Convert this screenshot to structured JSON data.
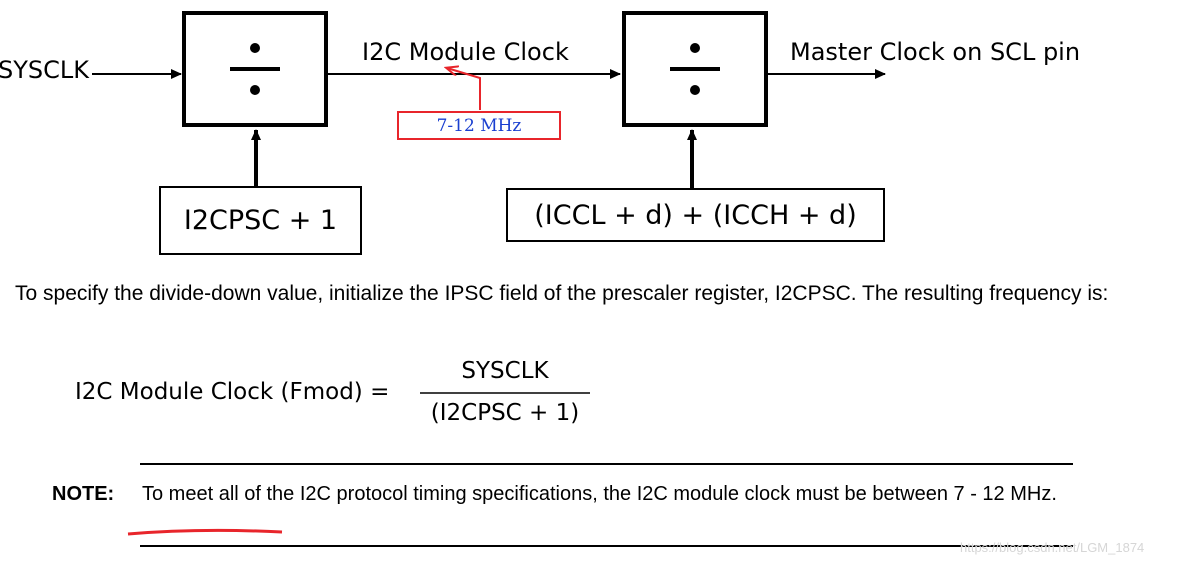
{
  "diagram": {
    "input_label": "SYSCLK",
    "module_clock_label": "I2C Module Clock",
    "output_label": "Master Clock on SCL pin",
    "annotation": "7-12 MHz",
    "prescaler_box": "I2CPSC + 1",
    "clock_div_box": "(ICCL + d) + (ICCH + d)",
    "divider_icon": "division-sign-icon"
  },
  "text": {
    "paragraph": "To specify the divide-down value, initialize the IPSC field of the prescaler register, I2CPSC. The resulting frequency is:"
  },
  "formula": {
    "lhs": "I2C Module Clock (Fmod) =",
    "numerator": "SYSCLK",
    "denominator": "(I2CPSC + 1)"
  },
  "note": {
    "label": "NOTE:",
    "text": "To meet all of the I2C protocol timing specifications, the I2C module clock must be between 7 - 12 MHz."
  },
  "watermark": "https://blog.csdn.net/LGM_1874",
  "colors": {
    "annotation_border": "#e8252b",
    "annotation_text": "#1a3fd0",
    "underline": "#e8252b"
  }
}
